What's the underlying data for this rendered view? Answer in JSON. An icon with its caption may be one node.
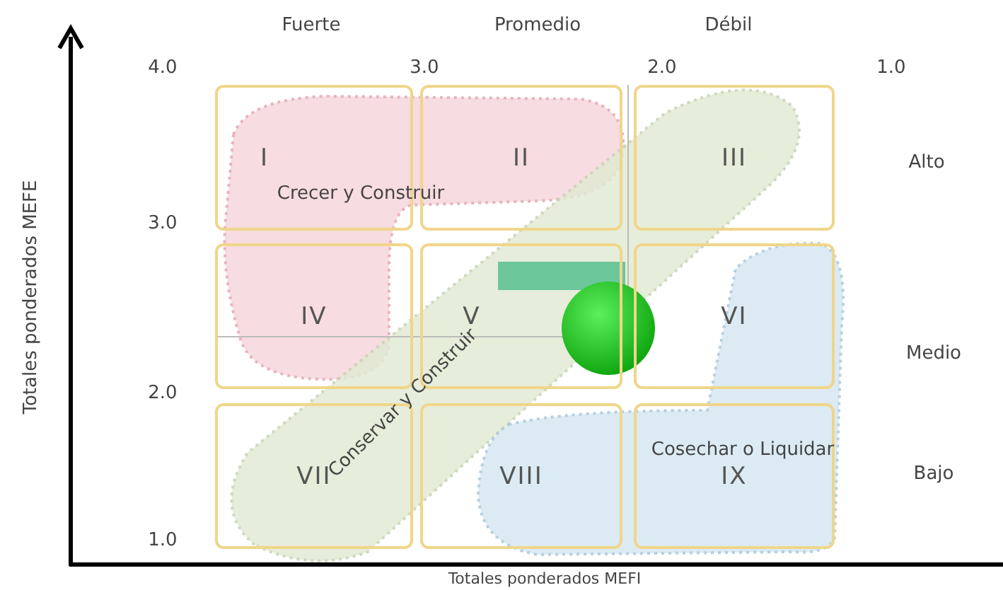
{
  "diagram": {
    "nodes": [
      {
        "text": [
          "I"
        ]
      },
      {
        "text": [
          "II"
        ]
      },
      {
        "text": [
          "III"
        ]
      },
      {
        "text": [
          "IV"
        ]
      },
      {
        "text": [
          "V"
        ]
      },
      {
        "text": [
          "VI"
        ]
      },
      {
        "text": [
          "VII"
        ]
      },
      {
        "text": [
          "VIII"
        ]
      },
      {
        "text": [
          "IX"
        ]
      }
    ],
    "labels": [
      "Fuerte",
      "Promedio",
      "Débil",
      "4.0",
      "3.0",
      "2.0",
      "1.0",
      "Alto",
      "Crecer y Construir",
      "3.0",
      "Medio",
      "Conservar y Construir",
      "2.0",
      "Cosechar o Liquidar",
      "Bajo",
      "1.0",
      "Totales ponderados MEFE",
      "Totales ponderados MEFI"
    ]
  }
}
